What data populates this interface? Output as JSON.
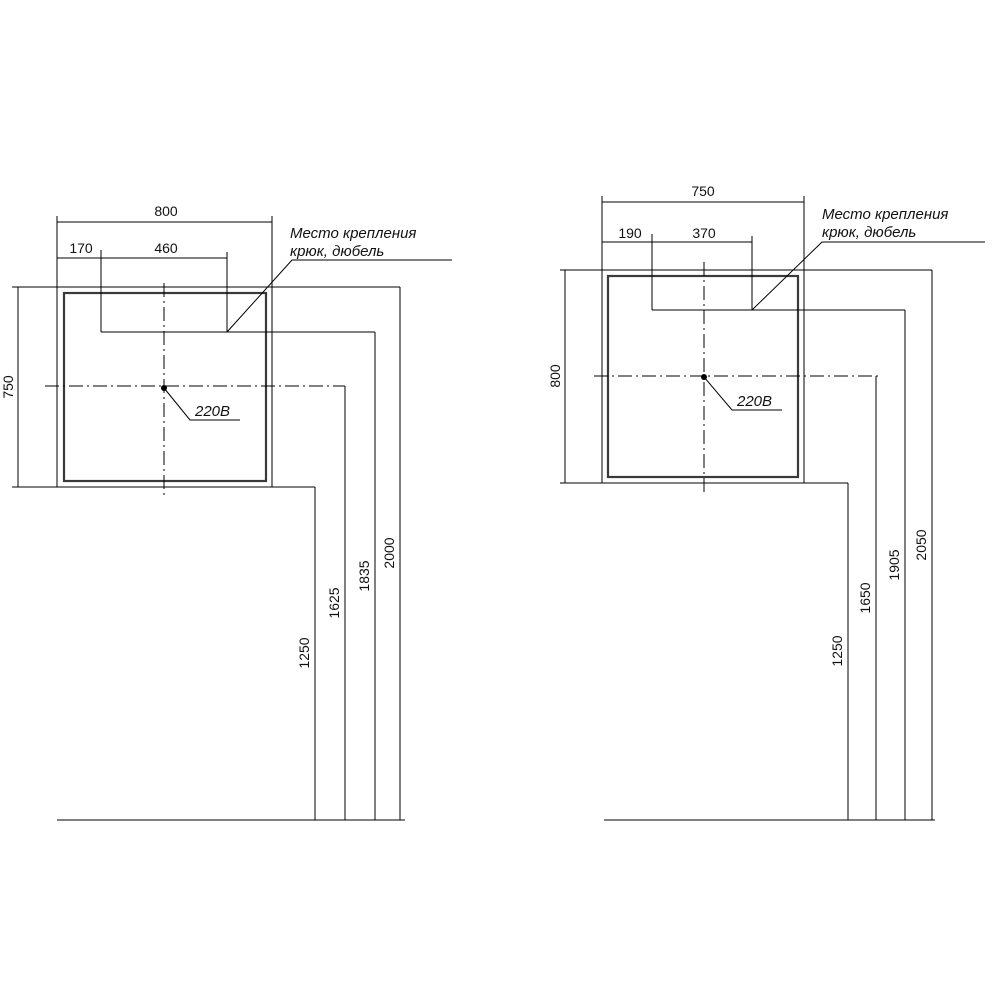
{
  "left": {
    "width": "800",
    "offset_left": "170",
    "hook_spacing": "460",
    "height": "750",
    "mount_note_line1": "Место крепления",
    "mount_note_line2": "крюк, дюбель",
    "socket_label": "220В",
    "heights": {
      "bottom": "1250",
      "socket": "1625",
      "hooks": "1835",
      "top": "2000"
    }
  },
  "right": {
    "width": "750",
    "offset_left": "190",
    "hook_spacing": "370",
    "height": "800",
    "mount_note_line1": "Место крепления",
    "mount_note_line2": "крюк, дюбель",
    "socket_label": "220В",
    "heights": {
      "bottom": "1250",
      "socket": "1650",
      "hooks": "1905",
      "top": "2050"
    }
  }
}
